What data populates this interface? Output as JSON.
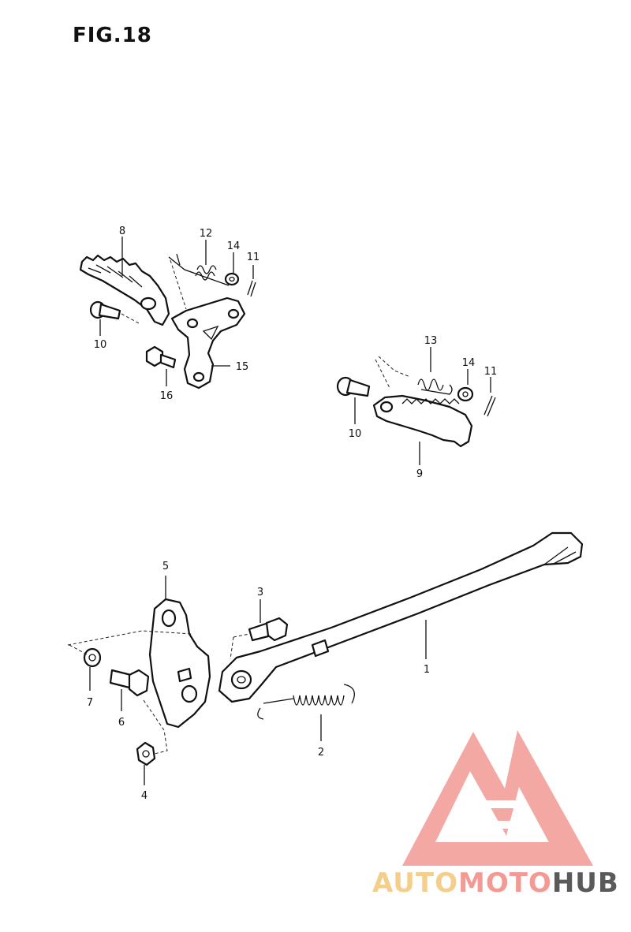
{
  "figure": {
    "title": "FIG.18"
  },
  "callouts": [
    {
      "id": "c8",
      "text": "8"
    },
    {
      "id": "c12",
      "text": "12"
    },
    {
      "id": "c14a",
      "text": "14"
    },
    {
      "id": "c11a",
      "text": "11"
    },
    {
      "id": "c10a",
      "text": "10"
    },
    {
      "id": "c15",
      "text": "15"
    },
    {
      "id": "c16",
      "text": "16"
    },
    {
      "id": "c13",
      "text": "13"
    },
    {
      "id": "c14b",
      "text": "14"
    },
    {
      "id": "c11b",
      "text": "11"
    },
    {
      "id": "c10b",
      "text": "10"
    },
    {
      "id": "c9",
      "text": "9"
    },
    {
      "id": "c5",
      "text": "5"
    },
    {
      "id": "c3",
      "text": "3"
    },
    {
      "id": "c1",
      "text": "1"
    },
    {
      "id": "c7",
      "text": "7"
    },
    {
      "id": "c6",
      "text": "6"
    },
    {
      "id": "c2",
      "text": "2"
    },
    {
      "id": "c4",
      "text": "4"
    }
  ],
  "watermark": {
    "part1": "AUTO",
    "part2": "MOTO",
    "part3": "HUB",
    "colors": {
      "auto": "#f5cf8a",
      "moto": "#f39a95",
      "hub": "#5a5a5a",
      "logo": "#f39a95"
    }
  }
}
